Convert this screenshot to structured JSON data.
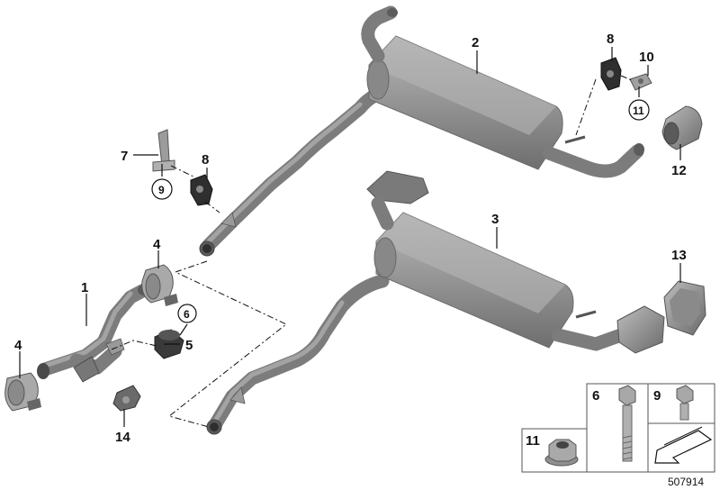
{
  "parts": [
    {
      "id": "1",
      "label": "1"
    },
    {
      "id": "2",
      "label": "2"
    },
    {
      "id": "3",
      "label": "3"
    },
    {
      "id": "4a",
      "label": "4"
    },
    {
      "id": "4b",
      "label": "4"
    },
    {
      "id": "5",
      "label": "5"
    },
    {
      "id": "6",
      "label": "6"
    },
    {
      "id": "7",
      "label": "7"
    },
    {
      "id": "8a",
      "label": "8"
    },
    {
      "id": "8b",
      "label": "8"
    },
    {
      "id": "9",
      "label": "9"
    },
    {
      "id": "10",
      "label": "10"
    },
    {
      "id": "11",
      "label": "11"
    },
    {
      "id": "12",
      "label": "12"
    },
    {
      "id": "13",
      "label": "13"
    },
    {
      "id": "14",
      "label": "14"
    }
  ],
  "legend": {
    "cell_6": "6",
    "cell_9": "9",
    "cell_11": "11"
  },
  "reference_number": "507914",
  "colors": {
    "part_fill": "#8f8f8f",
    "part_dark": "#5c5c5c",
    "part_light": "#b5b5b5",
    "line": "#111111"
  }
}
